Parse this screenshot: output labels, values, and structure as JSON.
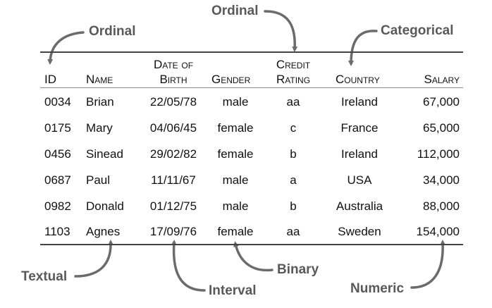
{
  "annotations": {
    "top_left": "Ordinal",
    "top_center": "Ordinal",
    "top_right": "Categorical",
    "bottom_left": "Textual",
    "bottom_center": "Interval",
    "bottom_mid": "Binary",
    "bottom_right": "Numeric"
  },
  "headers": {
    "id": "ID",
    "name": "Name",
    "dob_line1": "Date of",
    "dob_line2": "Birth",
    "gender": "Gender",
    "credit_line1": "Credit",
    "credit_line2": "Rating",
    "country": "Country",
    "salary": "Salary"
  },
  "rows": [
    {
      "id": "0034",
      "name": "Brian",
      "dob": "22/05/78",
      "gender": "male",
      "credit": "aa",
      "country": "Ireland",
      "salary": "67,000"
    },
    {
      "id": "0175",
      "name": "Mary",
      "dob": "04/06/45",
      "gender": "female",
      "credit": "c",
      "country": "France",
      "salary": "65,000"
    },
    {
      "id": "0456",
      "name": "Sinead",
      "dob": "29/02/82",
      "gender": "female",
      "credit": "b",
      "country": "Ireland",
      "salary": "112,000"
    },
    {
      "id": "0687",
      "name": "Paul",
      "dob": "11/11/67",
      "gender": "male",
      "credit": "a",
      "country": "USA",
      "salary": "34,000"
    },
    {
      "id": "0982",
      "name": "Donald",
      "dob": "01/12/75",
      "gender": "male",
      "credit": "b",
      "country": "Australia",
      "salary": "88,000"
    },
    {
      "id": "1103",
      "name": "Agnes",
      "dob": "17/09/76",
      "gender": "female",
      "credit": "aa",
      "country": "Sweden",
      "salary": "154,000"
    }
  ],
  "colors": {
    "annotation": "#595959",
    "arrow": "#6b6b6b",
    "rule": "#444444",
    "text": "#111111"
  }
}
